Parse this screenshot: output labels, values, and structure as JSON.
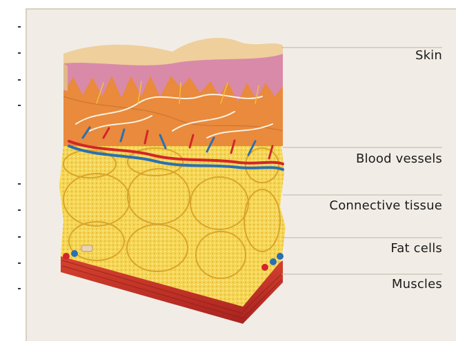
{
  "labels": {
    "skin": "Skin",
    "blood_vessels": "Blood vessels",
    "connective_tissue": "Connective tissue",
    "fat_cells": "Fat cells",
    "muscles": "Muscles"
  },
  "colors": {
    "panel_bg": "#f1ede6",
    "skin_surface": "#efcf9c",
    "dermis_pink": "#d98aa8",
    "dermis_orange": "#e98a3c",
    "fat_yellow": "#f6d655",
    "muscle_red": "#c9322a",
    "vessel_red": "#d3252a",
    "vessel_blue": "#2a6fb3",
    "leader_line": "#bdb3a6"
  }
}
